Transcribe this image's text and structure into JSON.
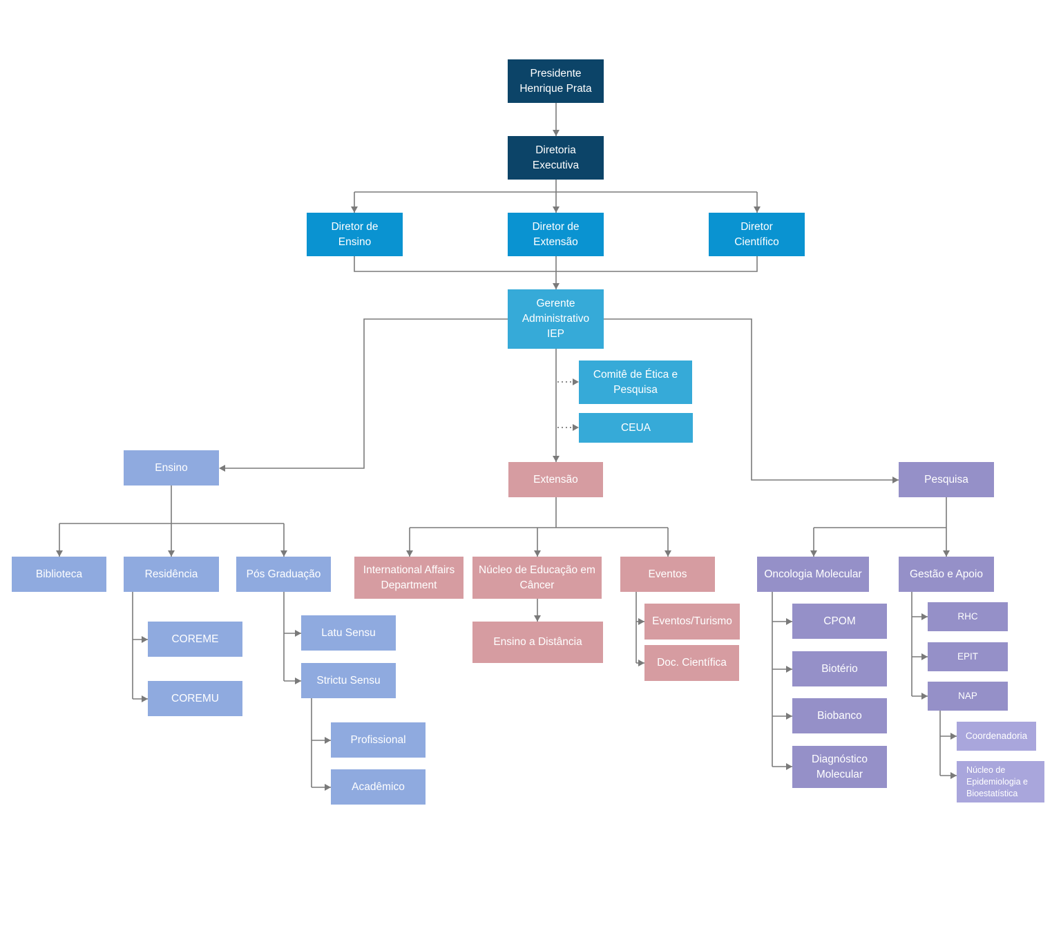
{
  "colors": {
    "navy": "#0c4468",
    "blue": "#0a93d1",
    "cyan": "#36aad8",
    "periwinkle": "#8faadf",
    "pink": "#d69ca1",
    "violet": "#9590c8",
    "lavender": "#a9a6dc",
    "connector": "#7a7a7a"
  },
  "nodes": {
    "presidente": "Presidente\nHenrique Prata",
    "diretoria": "Diretoria\nExecutiva",
    "dir_ensino": "Diretor de\nEnsino",
    "dir_extensao": "Diretor de\nExtensão",
    "dir_cientifico": "Diretor\nCientífico",
    "gerente": "Gerente\nAdministrativo\nIEP",
    "comite": "Comitê de Ética e\nPesquisa",
    "ceua": "CEUA",
    "ensino": "Ensino",
    "extensao": "Extensão",
    "pesquisa": "Pesquisa",
    "biblioteca": "Biblioteca",
    "residencia": "Residência",
    "pos": "Pós Graduação",
    "coreme": "COREME",
    "coremu": "COREMU",
    "latu": "Latu Sensu",
    "strictu": "Strictu Sensu",
    "profissional": "Profissional",
    "academico": "Acadêmico",
    "international": "International Affairs\nDepartment",
    "nucleo_educacao": "Núcleo de Educação em\nCâncer",
    "eventos": "Eventos",
    "ensino_distancia": "Ensino a Distância",
    "eventos_turismo": "Eventos/Turismo",
    "doc_cientifica": "Doc. Científica",
    "oncologia": "Oncologia Molecular",
    "gestao": "Gestão e Apoio",
    "cpom": "CPOM",
    "bioterio": "Biotério",
    "biobanco": "Biobanco",
    "diagnostico": "Diagnóstico\nMolecular",
    "rhc": "RHC",
    "epit": "EPIT",
    "nap": "NAP",
    "coordenadoria": "Coordenadoria",
    "nucleo_epidemiologia": "Núcleo de\nEpidemiologia e\nBioestatística"
  }
}
